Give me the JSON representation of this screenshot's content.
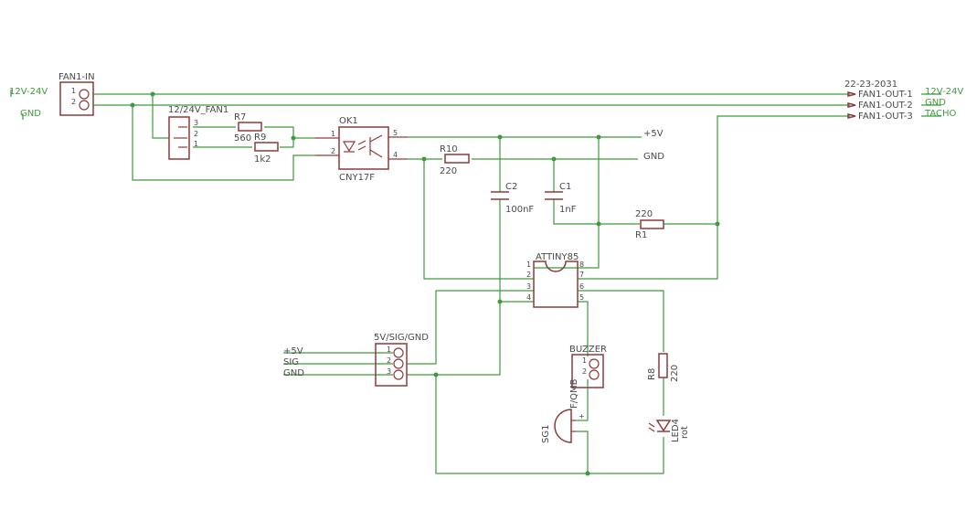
{
  "colors": {
    "wire": "#3f9a3c",
    "component": "#8e3a3a",
    "text": "#4a4a4a",
    "background": "#ffffff"
  },
  "supply_labels": {
    "in_12v": "12V-24V",
    "in_gnd": "GND",
    "out_12v": "12V-24V",
    "out_gnd": "GND",
    "out_tacho": "TACHO",
    "p5v_top": "+5V",
    "gnd_mid": "GND"
  },
  "components": {
    "fan1_in": {
      "name": "FAN1-IN",
      "pins": [
        "1",
        "2"
      ]
    },
    "fan_conn": {
      "name": "12/24V_FAN1",
      "pins": [
        "3",
        "2",
        "1"
      ]
    },
    "r7": {
      "name": "R7",
      "value": "560"
    },
    "r9": {
      "name": "R9",
      "value": "1k2"
    },
    "ok1": {
      "name": "OK1",
      "value": "CNY17F",
      "pins": [
        "1",
        "2",
        "5",
        "4"
      ]
    },
    "r10": {
      "name": "R10",
      "value": "220"
    },
    "c2": {
      "name": "C2",
      "value": "100nF"
    },
    "c1": {
      "name": "C1",
      "value": "1nF"
    },
    "r1": {
      "name": "R1",
      "value": "220"
    },
    "attiny": {
      "name": "ATTINY85",
      "pins_left": [
        "1",
        "2",
        "3",
        "4"
      ],
      "pins_right": [
        "8",
        "7",
        "6",
        "5"
      ]
    },
    "sig_conn": {
      "name": "5V/SIG/GND",
      "pins": [
        "1",
        "2",
        "3"
      ],
      "nets": [
        "+5V",
        "SIG",
        "GND"
      ]
    },
    "buzzer": {
      "name": "BUZZER",
      "pins": [
        "1",
        "2"
      ]
    },
    "sg1": {
      "name": "SG1",
      "value": "F/QMB",
      "plus": "+"
    },
    "r8": {
      "name": "R8",
      "value": "220"
    },
    "led4": {
      "name": "LED4",
      "value": "rot"
    }
  },
  "output_header": {
    "title": "22-23-2031",
    "pins": [
      "FAN1-OUT-1",
      "FAN1-OUT-2",
      "FAN1-OUT-3"
    ]
  }
}
